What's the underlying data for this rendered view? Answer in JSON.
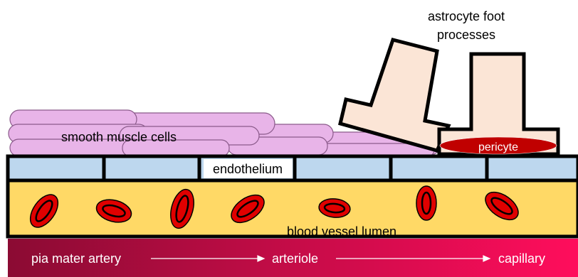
{
  "labels": {
    "astrocyte_line1": "astrocyte foot",
    "astrocyte_line2": "processes",
    "smooth_muscle": "smooth muscle cells",
    "pericyte": "pericyte",
    "endothelium": "endothelium",
    "lumen": "blood vessel lumen",
    "vessel_start": "pia mater artery",
    "vessel_mid": "arteriole",
    "vessel_end": "capillary"
  },
  "colors": {
    "smooth_muscle_fill": "#e8b4e8",
    "astrocyte_fill": "#fbe5d6",
    "endothelium_fill": "#bdd7ee",
    "lumen_fill": "#ffd966",
    "red_cell_fill": "#e00000",
    "pericyte_fill": "#c00000",
    "gradient_start": "#8b0b33",
    "gradient_end": "#ff0d5c",
    "outline": "#000000",
    "text_on_dark": "#ffffff"
  }
}
